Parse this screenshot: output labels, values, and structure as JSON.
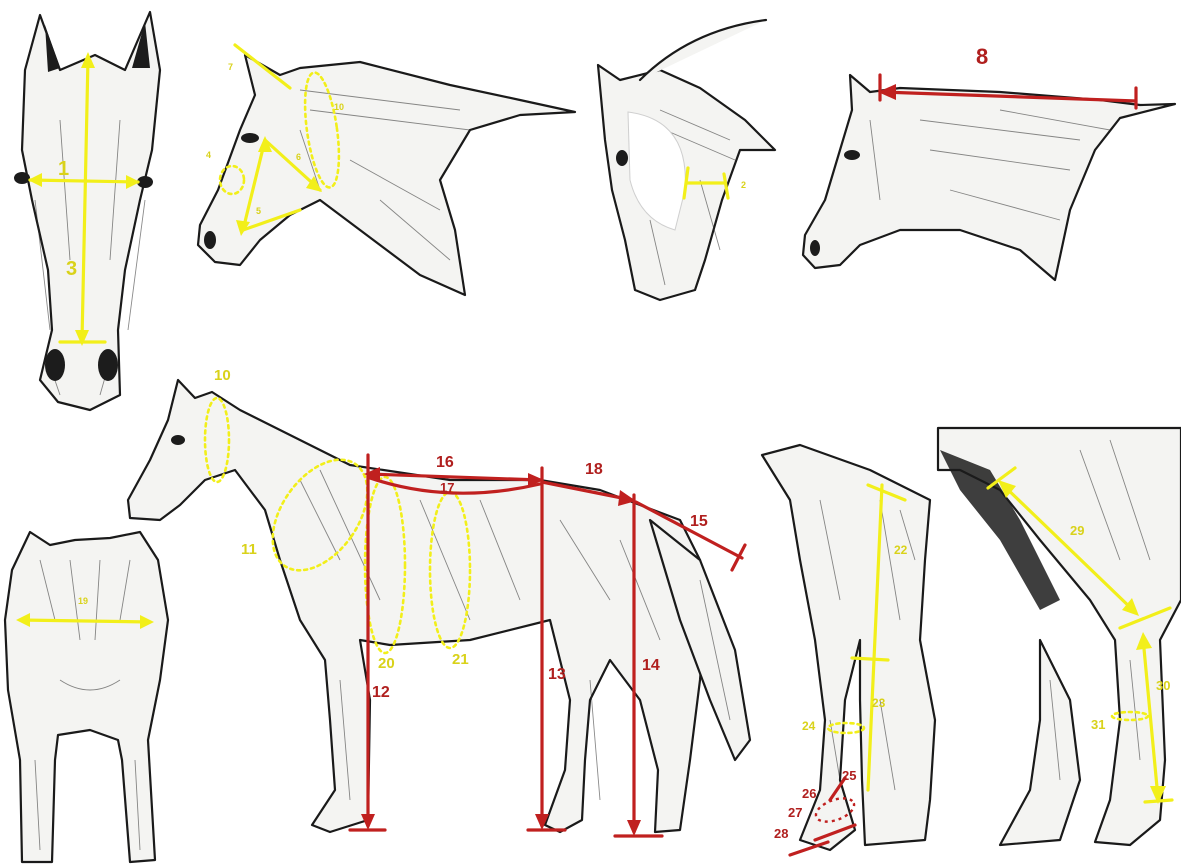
{
  "panels": {
    "head_front": {
      "labels": [
        "1",
        "3"
      ]
    },
    "head_side": {
      "labels": [
        "7",
        "10",
        "4",
        "6",
        "5"
      ]
    },
    "head_down": {
      "labels": [
        "2"
      ]
    },
    "neck": {
      "labels": [
        "8"
      ]
    },
    "chest": {
      "labels": [
        "19"
      ]
    },
    "body": {
      "labels": [
        "10",
        "11",
        "16",
        "17",
        "18",
        "15",
        "12",
        "13",
        "14",
        "20",
        "21"
      ]
    },
    "foreleg": {
      "labels": [
        "22",
        "23",
        "24",
        "25",
        "26",
        "27",
        "28"
      ]
    },
    "hindleg": {
      "labels": [
        "29",
        "30",
        "31"
      ]
    }
  },
  "colors": {
    "yellow_measure": "#f2ef1a",
    "red_measure": "#c0201f",
    "ink": "#1a1a1a"
  }
}
